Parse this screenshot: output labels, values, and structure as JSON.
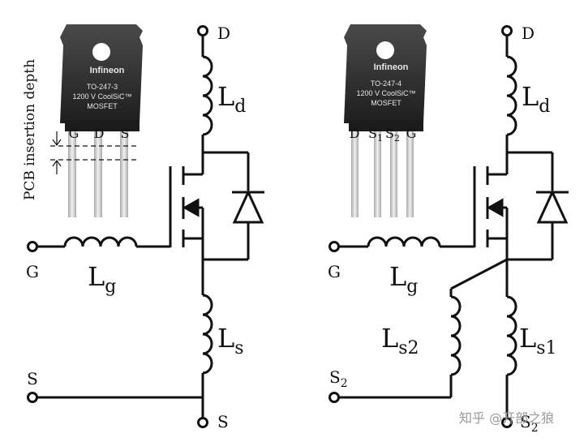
{
  "left": {
    "package": {
      "brand": "Infineon",
      "line1": "TO-247-3",
      "line2": "1200 V CoolSiC™",
      "line3": "MOSFET",
      "pins": [
        "G",
        "D",
        "S"
      ]
    },
    "insertion_label": "PCB insertion depth",
    "terminals": {
      "drain": "D",
      "gate": "G",
      "source_left": "S",
      "source_bottom": "S"
    },
    "inductors": {
      "drain": {
        "main": "L",
        "sub": "d"
      },
      "gate": {
        "main": "L",
        "sub": "g"
      },
      "source": {
        "main": "L",
        "sub": "s"
      }
    }
  },
  "right": {
    "package": {
      "brand": "Infineon",
      "line1": "TO-247-4",
      "line2": "1200 V CoolSiC™",
      "line3": "MOSFET",
      "pins": [
        {
          "main": "D",
          "sub": ""
        },
        {
          "main": "S",
          "sub": "1"
        },
        {
          "main": "S",
          "sub": "2"
        },
        {
          "main": "G",
          "sub": ""
        }
      ]
    },
    "terminals": {
      "drain": "D",
      "gate": "G",
      "kelvin": {
        "main": "S",
        "sub": "2"
      },
      "source": {
        "main": "S",
        "sub": "2"
      }
    },
    "inductors": {
      "drain": {
        "main": "L",
        "sub": "d"
      },
      "gate": {
        "main": "L",
        "sub": "g"
      },
      "kelvin": {
        "main": "L",
        "sub": "s2"
      },
      "source": {
        "main": "L",
        "sub": "s1"
      }
    }
  },
  "watermark": "知乎 @开部之狼",
  "colors": {
    "wire": "#111111",
    "package_body": "#2b2b2b",
    "leg": "#d4d4d4"
  }
}
